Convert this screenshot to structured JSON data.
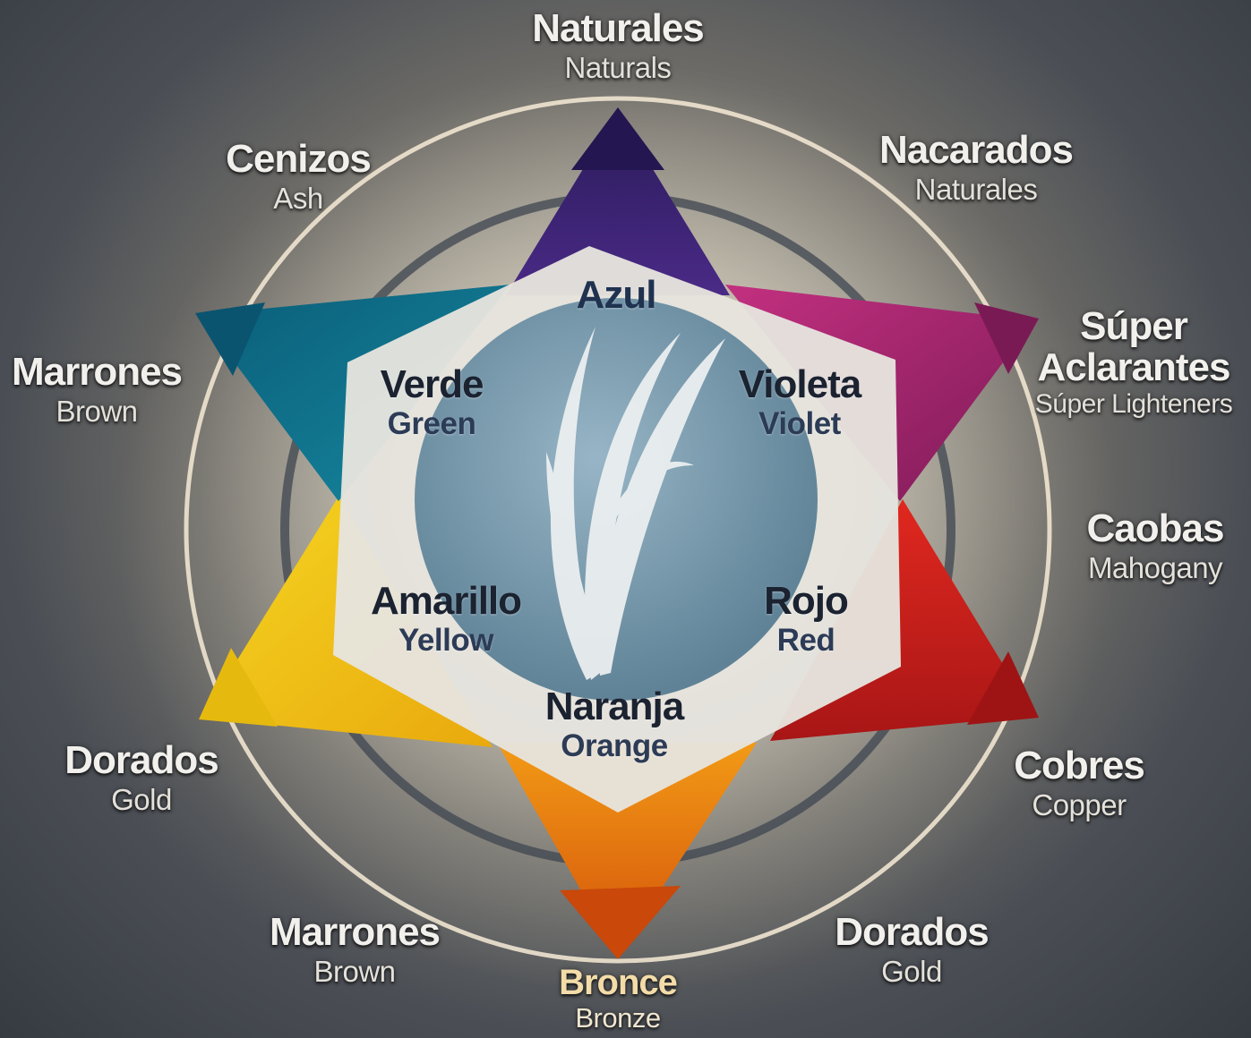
{
  "outer_labels": {
    "top": {
      "es": "Naturales",
      "en": "Naturals"
    },
    "upper_left": {
      "es": "Cenizos",
      "en": "Ash"
    },
    "upper_right": {
      "es": "Nacarados",
      "en": "Naturales"
    },
    "left": {
      "es": "Marrones",
      "en": "Brown"
    },
    "right_top": {
      "es1": "Súper",
      "es2": "Aclarantes",
      "en": "Súper Lighteners"
    },
    "right": {
      "es": "Caobas",
      "en": "Mahogany"
    },
    "lower_left": {
      "es": "Dorados",
      "en": "Gold"
    },
    "lower_right": {
      "es": "Cobres",
      "en": "Copper"
    },
    "bottom_left": {
      "es": "Marrones",
      "en": "Brown"
    },
    "bottom_right": {
      "es": "Dorados",
      "en": "Gold"
    },
    "bottom": {
      "es": "Bronce",
      "en": "Bronze"
    }
  },
  "inner_labels": {
    "azul": {
      "es": "Azul"
    },
    "verde": {
      "es": "Verde",
      "en": "Green"
    },
    "violeta": {
      "es": "Violeta",
      "en": "Violet"
    },
    "amarillo": {
      "es": "Amarillo",
      "en": "Yellow"
    },
    "rojo": {
      "es": "Rojo",
      "en": "Red"
    },
    "naranja": {
      "es": "Naranja",
      "en": "Orange"
    }
  },
  "colors": {
    "blue_violet": "#3a1f6e",
    "magenta": "#a0256f",
    "red": "#c8201e",
    "orange": "#e8780c",
    "yellow": "#f2cf16",
    "teal": "#0f6e86",
    "ring": "#efe4d0",
    "center_panel": "#e6e4de",
    "center_circle": "#7e9fb3"
  },
  "icons": [
    "leaf-icon"
  ]
}
